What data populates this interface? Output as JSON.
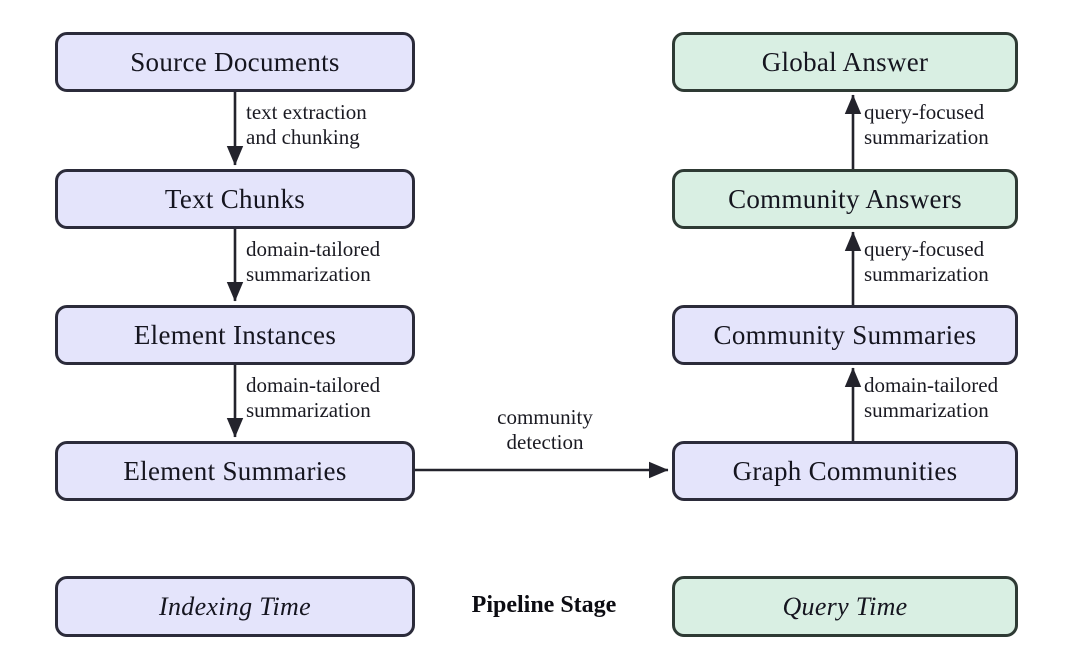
{
  "figure": {
    "type": "flow-diagram",
    "title": "",
    "background_color": "#ffffff",
    "palette": {
      "indexing_fill": "#e4e4fb",
      "query_fill": "#d9efe3",
      "box_border": "#2b2b3a",
      "arrow_color": "#2b2b33",
      "text_color": "#15151f"
    }
  },
  "indexing_column": {
    "nodes": [
      {
        "id": "source-documents",
        "label": "Source Documents",
        "color": "indexing_fill"
      },
      {
        "id": "text-chunks",
        "label": "Text Chunks",
        "color": "indexing_fill"
      },
      {
        "id": "element-instances",
        "label": "Element Instances",
        "color": "indexing_fill"
      },
      {
        "id": "element-summaries",
        "label": "Element Summaries",
        "color": "indexing_fill"
      }
    ],
    "edges": [
      {
        "from": "source-documents",
        "to": "text-chunks",
        "label_line1": "text extraction",
        "label_line2": "and chunking",
        "direction": "down"
      },
      {
        "from": "text-chunks",
        "to": "element-instances",
        "label_line1": "domain-tailored",
        "label_line2": "summarization",
        "direction": "down"
      },
      {
        "from": "element-instances",
        "to": "element-summaries",
        "label_line1": "domain-tailored",
        "label_line2": "summarization",
        "direction": "down"
      }
    ]
  },
  "query_column": {
    "nodes": [
      {
        "id": "global-answer",
        "label": "Global Answer",
        "color": "query_fill"
      },
      {
        "id": "community-answers",
        "label": "Community Answers",
        "color": "query_fill"
      },
      {
        "id": "community-summaries",
        "label": "Community Summaries",
        "color": "indexing_fill"
      },
      {
        "id": "graph-communities",
        "label": "Graph Communities",
        "color": "indexing_fill"
      }
    ],
    "edges": [
      {
        "from": "community-answers",
        "to": "global-answer",
        "label_line1": "query-focused",
        "label_line2": "summarization",
        "direction": "up"
      },
      {
        "from": "community-summaries",
        "to": "community-answers",
        "label_line1": "query-focused",
        "label_line2": "summarization",
        "direction": "up"
      },
      {
        "from": "graph-communities",
        "to": "community-summaries",
        "label_line1": "domain-tailored",
        "label_line2": "summarization",
        "direction": "up"
      }
    ]
  },
  "cross_edge": {
    "from": "element-summaries",
    "to": "graph-communities",
    "label_line1": "community",
    "label_line2": "detection",
    "direction": "right"
  },
  "legend": {
    "left_label": "Indexing Time",
    "center_label": "Pipeline Stage",
    "right_label": "Query Time"
  }
}
